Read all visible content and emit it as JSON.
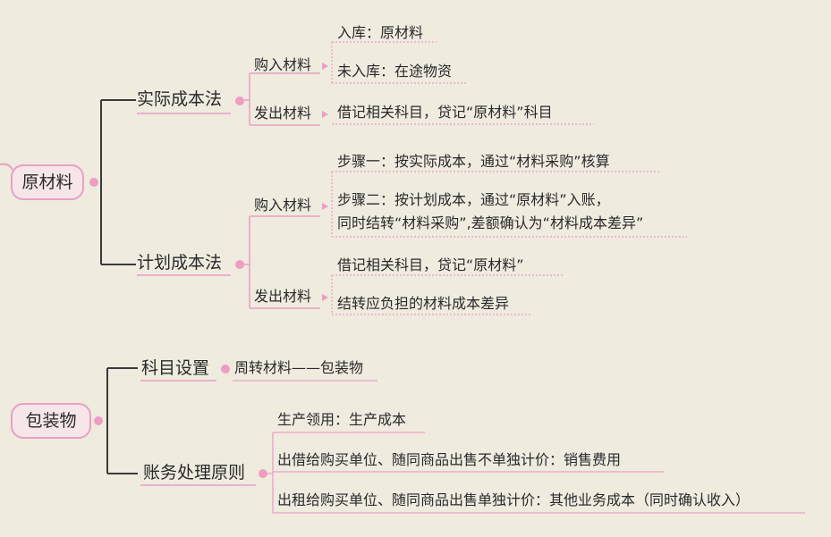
{
  "maps": [
    {
      "root": "原材料",
      "branches": [
        {
          "label": "实际成本法",
          "children": [
            {
              "label": "购入材料",
              "leaves": [
                "入库：原材料",
                "未入库：在途物资"
              ]
            },
            {
              "label": "发出材料",
              "leaves": [
                "借记相关科目，贷记“原材料”科目"
              ]
            }
          ]
        },
        {
          "label": "计划成本法",
          "children": [
            {
              "label": "购入材料",
              "leaves": [
                "步骤一：按实际成本，通过“材料采购”核算",
                "步骤二：按计划成本，通过“原材料”入账，",
                "同时结转“材料采购”,差额确认为“材料成本差异”"
              ]
            },
            {
              "label": "发出材料",
              "leaves": [
                "借记相关科目，贷记“原材料”",
                "结转应负担的材料成本差异"
              ]
            }
          ]
        }
      ]
    },
    {
      "root": "包装物",
      "branches": [
        {
          "label": "科目设置",
          "leaves": [
            "周转材料——包装物"
          ]
        },
        {
          "label": "账务处理原则",
          "leaves": [
            "生产领用：生产成本",
            "出借给购买单位、随同商品出售不单独计价：销售费用",
            "出租给购买单位、随同商品出售单独计价：其他业务成本（同时确认收入）"
          ]
        }
      ]
    }
  ]
}
